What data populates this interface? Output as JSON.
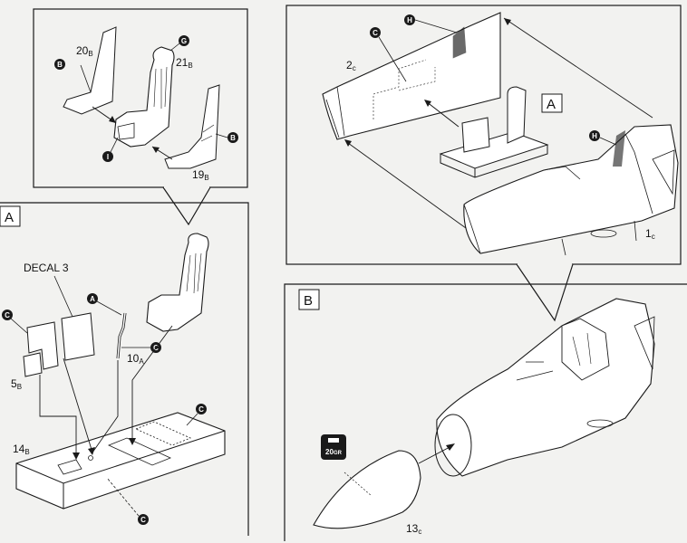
{
  "panels": {
    "seat_inset": {
      "parts": [
        {
          "num": "20",
          "sub": "B"
        },
        {
          "num": "21",
          "sub": "B"
        },
        {
          "num": "19",
          "sub": "B"
        }
      ],
      "callouts": [
        "B",
        "G",
        "I",
        "B"
      ]
    },
    "panel_a": {
      "label": "A",
      "decal": "DECAL 3",
      "parts": [
        {
          "num": "10",
          "sub": "A"
        },
        {
          "num": "5",
          "sub": "B"
        },
        {
          "num": "14",
          "sub": "B"
        }
      ],
      "callouts": [
        "A",
        "C",
        "C",
        "C",
        "C"
      ]
    },
    "fuselage_top": {
      "parts": [
        {
          "num": "2",
          "sub": "c"
        },
        {
          "num": "1",
          "sub": "c"
        }
      ],
      "callouts": [
        "C",
        "H",
        "H"
      ],
      "ref_label": "A"
    },
    "panel_b": {
      "label": "B",
      "parts": [
        {
          "num": "13",
          "sub": "c"
        }
      ],
      "weight_badge": "20",
      "weight_unit": "GR"
    }
  },
  "colors": {
    "line": "#1a1a1a",
    "callout_fill": "#1a1a1a",
    "background": "#f2f2f0"
  }
}
